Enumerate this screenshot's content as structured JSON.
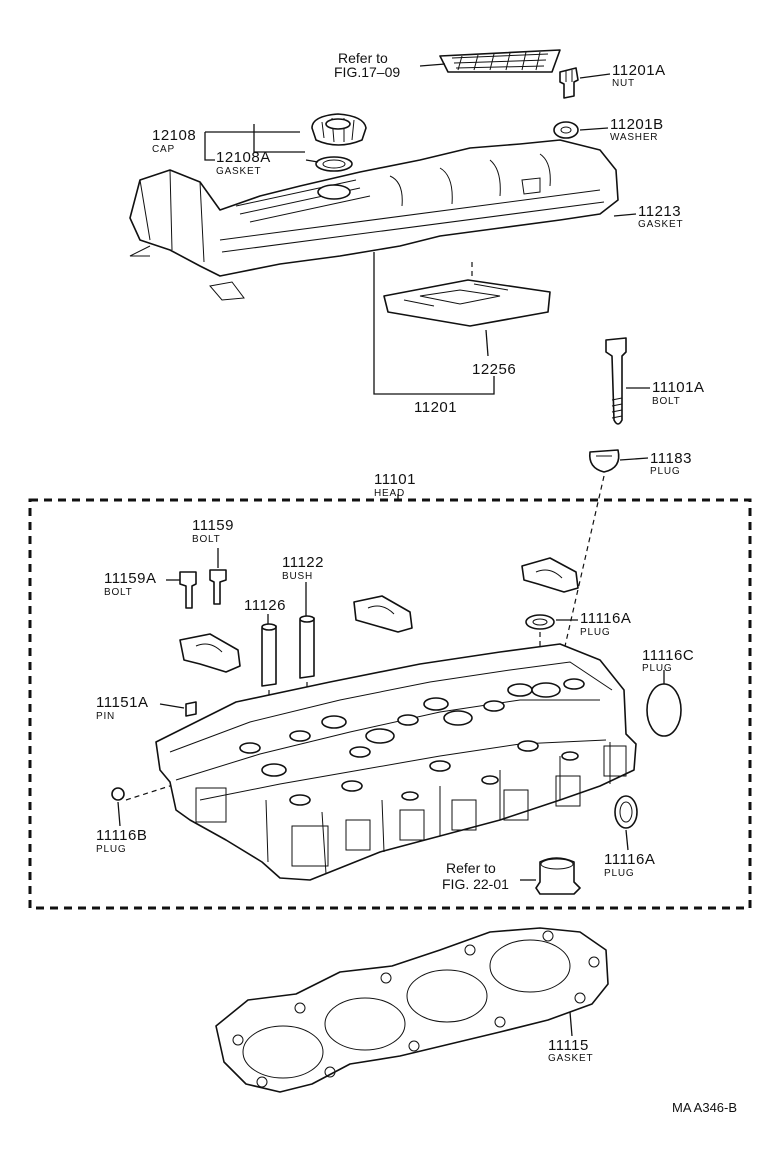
{
  "callouts": {
    "ref_1709_line1": "Refer to",
    "ref_1709_line2": "FIG.17–09",
    "p11201A": "11201A",
    "p11201A_name": "NUT",
    "p12108": "12108",
    "p12108_name": "CAP",
    "p12108A": "12108A",
    "p12108A_name": "GASKET",
    "p11201B": "11201B",
    "p11201B_name": "WASHER",
    "p11213": "11213",
    "p11213_name": "GASKET",
    "p12256": "12256",
    "p11201": "11201",
    "p11101A": "11101A",
    "p11101A_name": "BOLT",
    "p11183": "11183",
    "p11183_name": "PLUG",
    "p11101": "11101",
    "p11101_name": "HEAD",
    "p11159": "11159",
    "p11159_name": "BOLT",
    "p11159A": "11159A",
    "p11159A_name": "BOLT",
    "p11122": "11122",
    "p11122_name": "BUSH",
    "p11126": "11126",
    "p11116A_top": "11116A",
    "p11116A_top_name": "PLUG",
    "p11116C": "11116C",
    "p11116C_name": "PLUG",
    "p11151A": "11151A",
    "p11151A_name": "PIN",
    "p11116B": "11116B",
    "p11116B_name": "PLUG",
    "ref_2201_line1": "Refer to",
    "ref_2201_line2": "FIG. 22-01",
    "p11116A_bot": "11116A",
    "p11116A_bot_name": "PLUG",
    "p11115": "11115",
    "p11115_name": "GASKET"
  },
  "drawing_code": "MA  A346-B"
}
